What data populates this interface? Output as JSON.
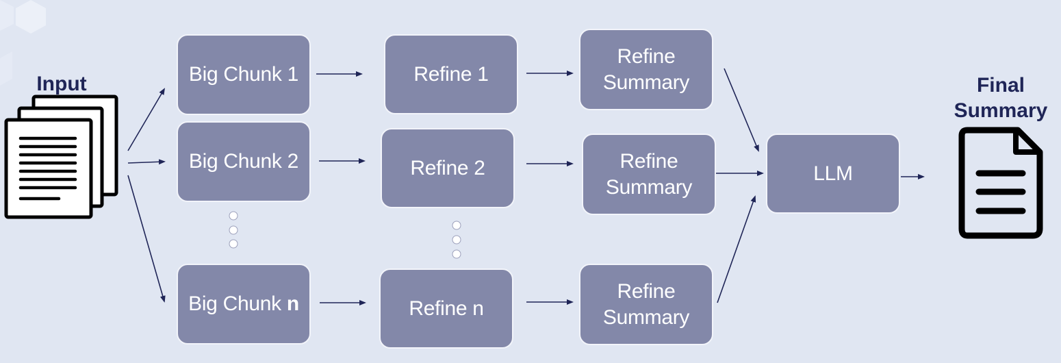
{
  "diagram": {
    "input_label": "Input",
    "final_label_line1": "Final",
    "final_label_line2": "Summary",
    "chunks": [
      {
        "text": "Big Chunk 1",
        "bold_suffix": ""
      },
      {
        "text": "Big Chunk 2",
        "bold_suffix": ""
      },
      {
        "text": "Big Chunk ",
        "bold_suffix": "n"
      }
    ],
    "refines": [
      "Refine 1",
      "Refine 2",
      "Refine n"
    ],
    "summaries": [
      {
        "line1": "Refine",
        "line2": "Summary"
      },
      {
        "line1": "Refine",
        "line2": "Summary"
      },
      {
        "line1": "Refine",
        "line2": "Summary"
      }
    ],
    "llm_label": "LLM"
  },
  "colors": {
    "background": "#e0e6f2",
    "box_fill": "#8388a9",
    "box_border": "#f2f4fa",
    "arrow": "#1f2557",
    "label_text": "#1f2557",
    "icon": "#000000"
  },
  "icons": {
    "input": "documents-stack-icon",
    "output": "document-icon"
  }
}
